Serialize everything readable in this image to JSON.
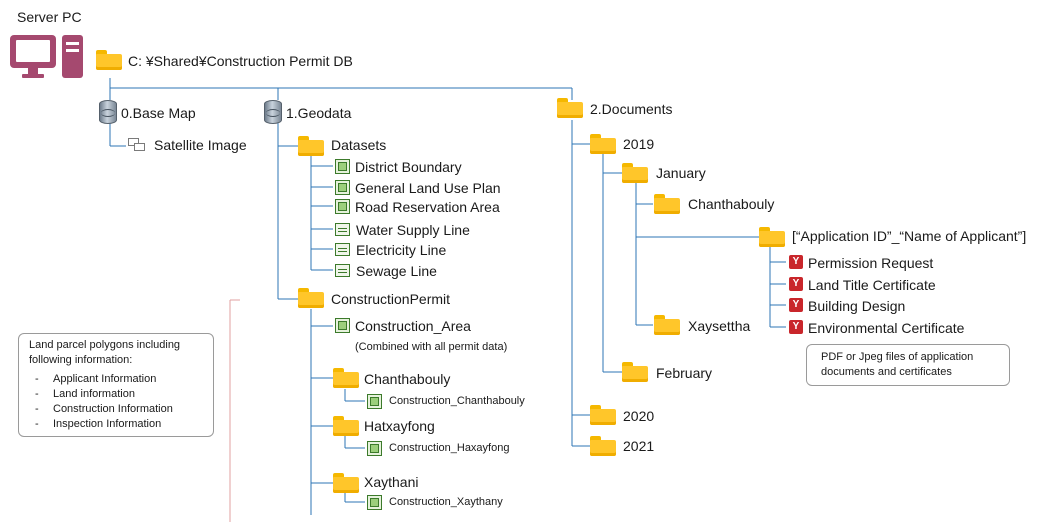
{
  "server_label": "Server PC",
  "root_path": "C: ¥Shared¥Construction Permit DB",
  "base_map": {
    "label": "0.Base Map",
    "satellite": "Satellite Image"
  },
  "geodata": {
    "label": "1.Geodata",
    "datasets": {
      "label": "Datasets",
      "items": [
        "District Boundary",
        "General Land Use Plan",
        "Road Reservation Area",
        "Water Supply Line",
        "Electricity Line",
        "Sewage Line"
      ]
    },
    "construction_permit": {
      "label": "ConstructionPermit",
      "area": "Construction_Area",
      "area_note": "(Combined with all permit data)",
      "districts": [
        {
          "folder": "Chanthabouly",
          "layer": "Construction_Chanthabouly"
        },
        {
          "folder": "Hatxayfong",
          "layer": "Construction_Haxayfong"
        },
        {
          "folder": "Xaythani",
          "layer": "Construction_Xaythany"
        }
      ]
    }
  },
  "documents": {
    "label": "2.Documents",
    "year_2019": "2019",
    "january": "January",
    "chanthabouly": "Chanthabouly",
    "application_folder": "[“Application ID”_“Name of Applicant”]",
    "files": [
      "Permission Request",
      "Land Title Certificate",
      "Building Design",
      "Environmental Certificate"
    ],
    "xaysettha": "Xaysettha",
    "february": "February",
    "year_2020": "2020",
    "year_2021": "2021"
  },
  "notes": {
    "parcel_intro": [
      "Land parcel polygons including",
      "following information:"
    ],
    "parcel_items": [
      "Applicant Information",
      "Land information",
      "Construction Information",
      "Inspection Information"
    ],
    "pdf_note": [
      "PDF or Jpeg files of application",
      "documents and certificates"
    ]
  },
  "colors": {
    "tree_line": "#2e75b6",
    "folder": "#ffc62a",
    "computer": "#a5496f",
    "pdf_icon": "#c9262b",
    "layer_icon": "#3c7a2b"
  },
  "icons": {
    "server": "computer-icon",
    "folder": "folder-icon",
    "database": "database-icon",
    "raster": "raster-image-icon",
    "polygon_layer": "polygon-layer-icon",
    "line_layer": "line-layer-icon",
    "document": "pdf-icon"
  }
}
